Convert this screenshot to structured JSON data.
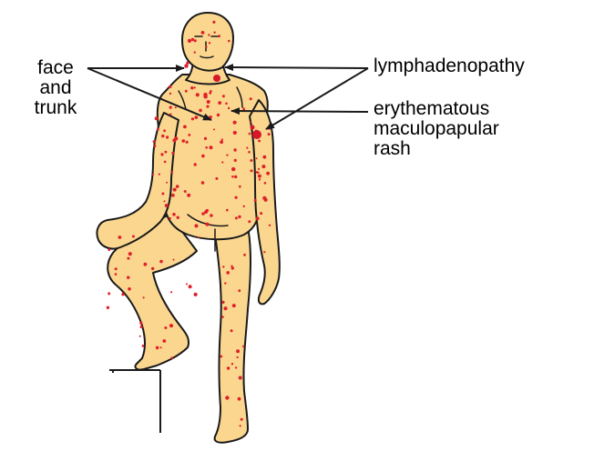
{
  "labels": {
    "face_trunk": "face\nand\ntrunk",
    "lymphadenopathy": "lymphadenopathy",
    "rash": "erythematous\nmaculopapular\nrash"
  },
  "colors": {
    "skin": "#fbd68f",
    "outline": "#1a1a1a",
    "rash_spot": "#e0202a",
    "text": "#000000"
  }
}
